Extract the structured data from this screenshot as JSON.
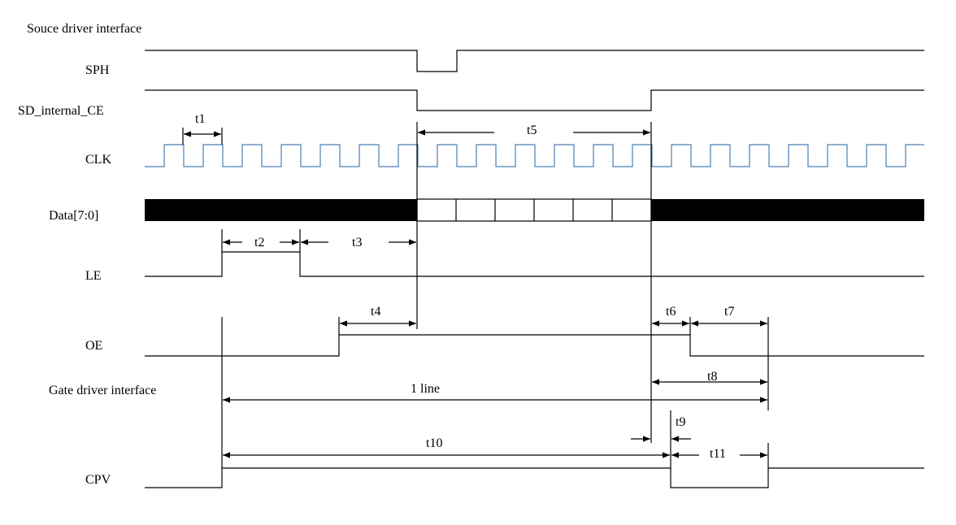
{
  "sections": {
    "source": "Souce driver interface",
    "gate": "Gate driver interface"
  },
  "signals": {
    "sph": "SPH",
    "sd_ce": "SD_internal_CE",
    "clk": "CLK",
    "data": "Data[7:0]",
    "le": "LE",
    "oe": "OE",
    "cpv": "CPV"
  },
  "timings": {
    "t1": "t1",
    "t2": "t2",
    "t3": "t3",
    "t4": "t4",
    "t5": "t5",
    "t6": "t6",
    "t7": "t7",
    "t8": "t8",
    "t9": "t9",
    "t10": "t10",
    "t11": "t11",
    "line": "1 line"
  },
  "colors": {
    "clock": "#4a7fb5",
    "ink": "#000000"
  }
}
